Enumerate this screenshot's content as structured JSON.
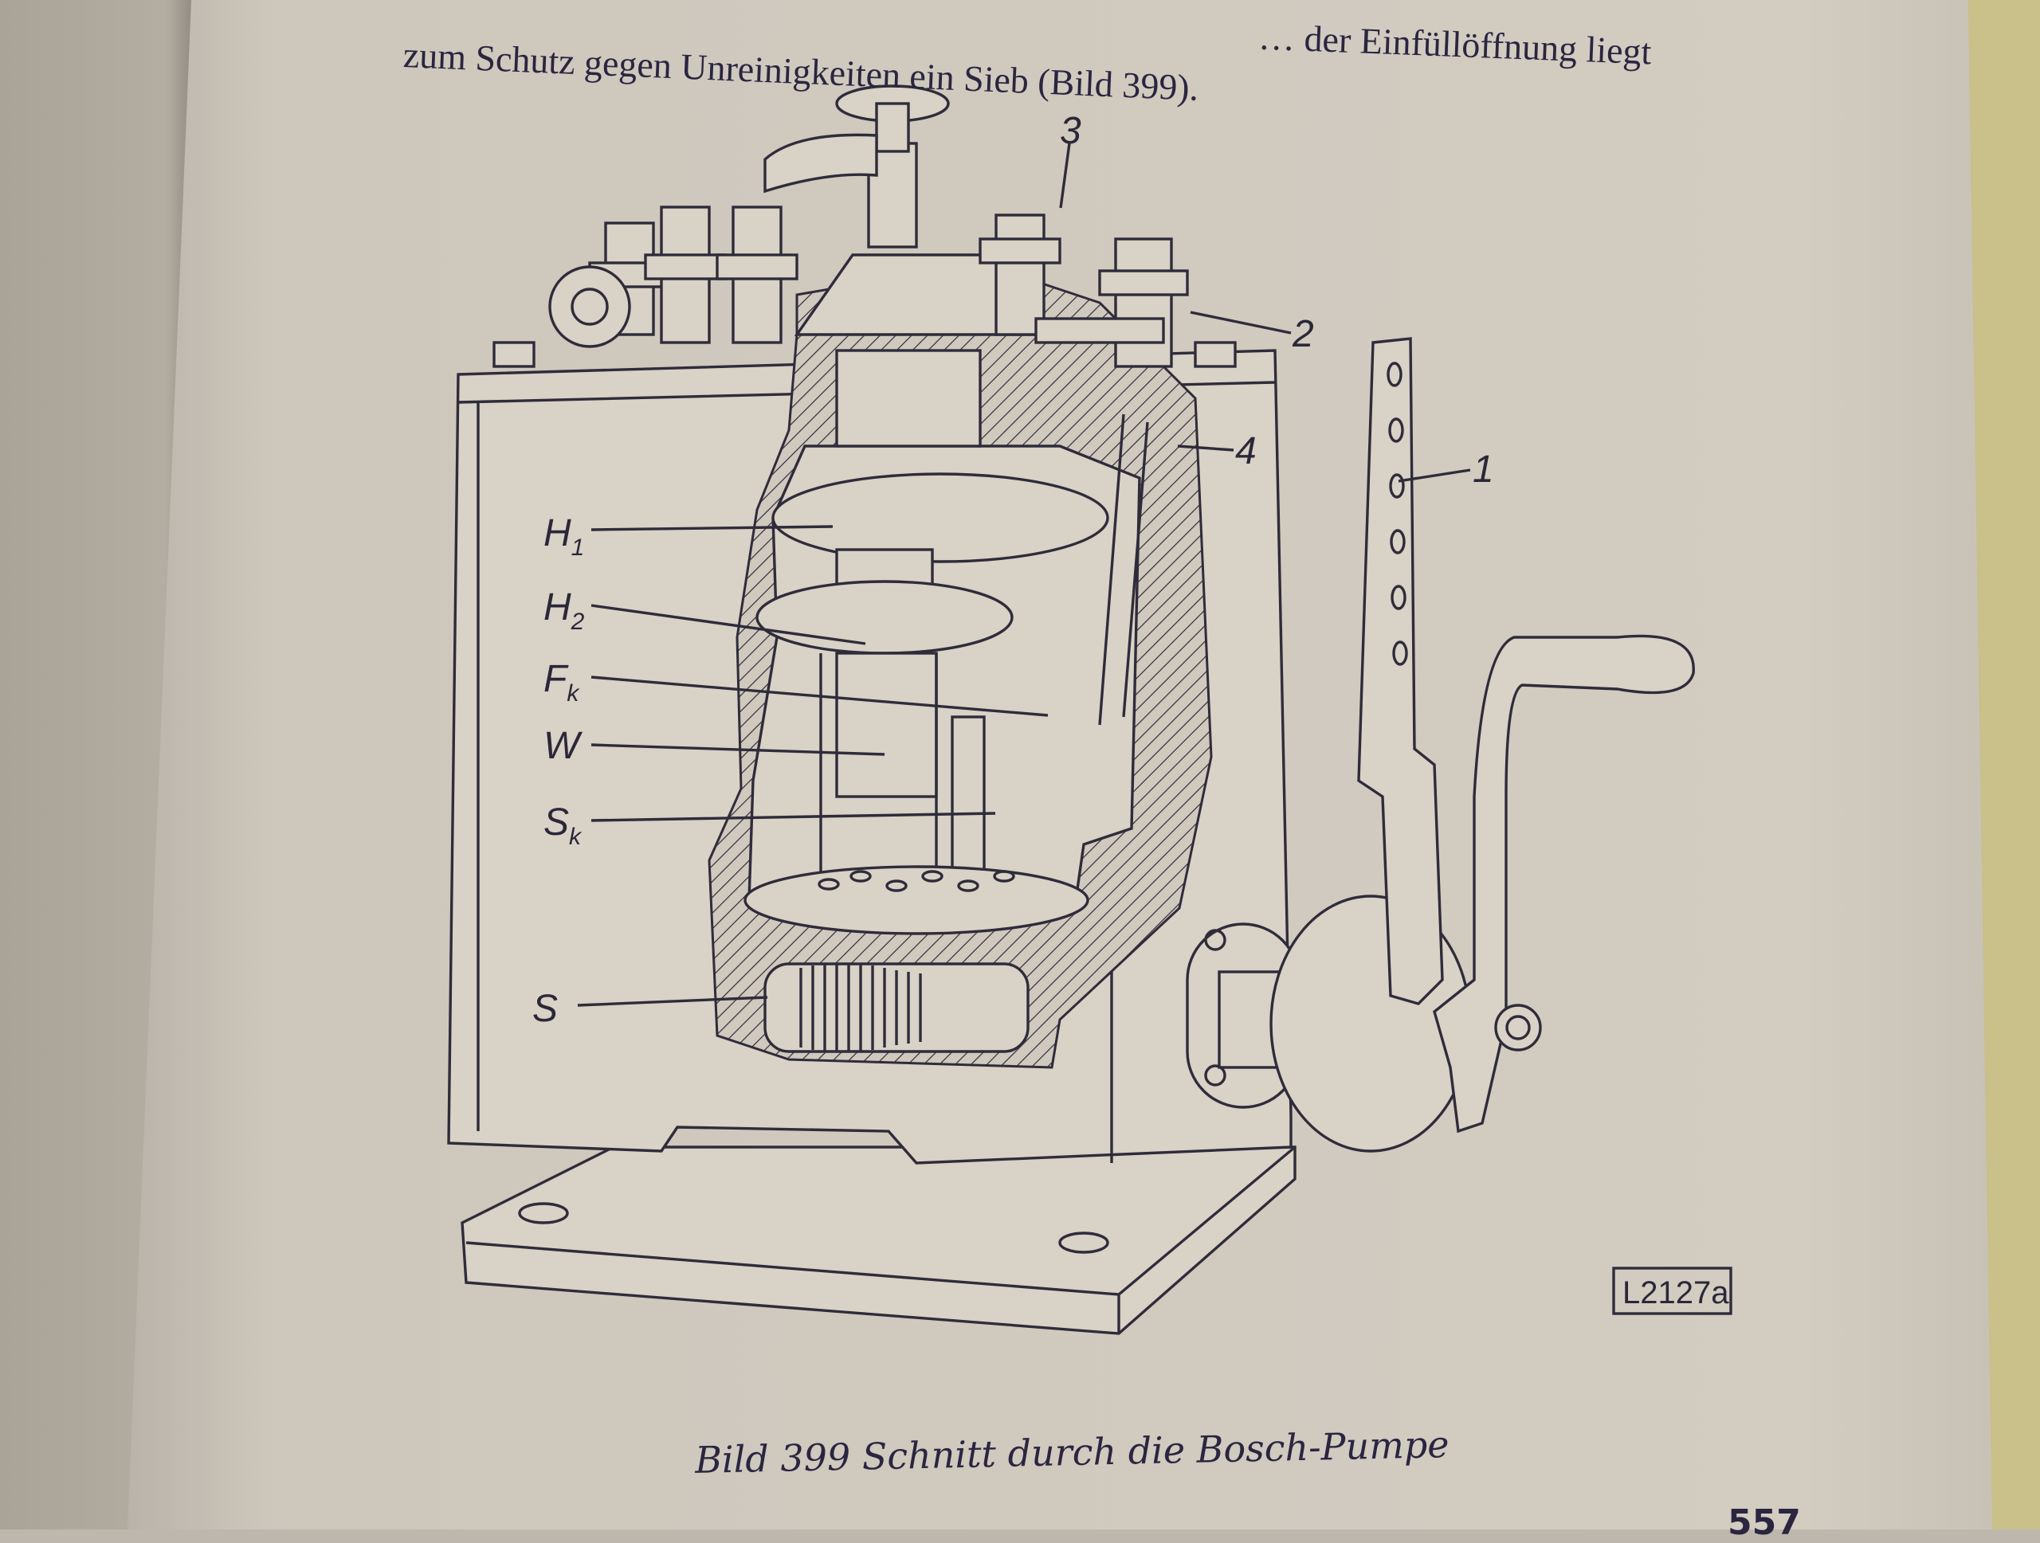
{
  "page": {
    "body_text": [
      "… der Einfüllöffnung liegt",
      "zum Schutz gegen Unreinigkeiten ein Sieb (Bild 399)."
    ],
    "caption": "Bild 399   Schnitt durch die Bosch-Pumpe",
    "page_number": "557"
  },
  "figure": {
    "labels": {
      "h1": "H",
      "h1_sub": "1",
      "h2": "H",
      "h2_sub": "2",
      "fk": "F",
      "fk_sub": "k",
      "w": "W",
      "sk": "S",
      "sk_sub": "k",
      "s": "S",
      "n1": "1",
      "n2": "2",
      "n3": "3",
      "n4": "4"
    },
    "drawing_id": "L2127a"
  },
  "colors": {
    "paper": "#cfc9be",
    "ink": "#2a2838",
    "left_page": "#a9a398"
  }
}
